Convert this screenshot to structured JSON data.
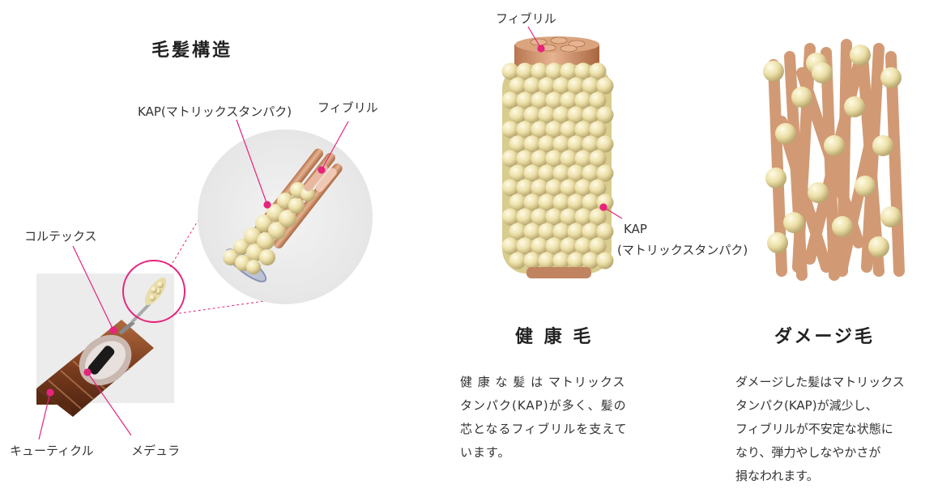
{
  "left": {
    "title": "毛髪構造",
    "labels": {
      "kap": "KAP(マトリックスタンパク)",
      "fibril": "フィブリル",
      "cortex": "コルテックス",
      "cuticle": "キューティクル",
      "medulla": "メデュラ"
    }
  },
  "right": {
    "fibril_label": "フィブリル",
    "kap_label_line1": "KAP",
    "kap_label_line2": "(マトリックスタンパク)",
    "healthy": {
      "title": "健 康 毛",
      "desc": [
        "健 康 な 髪 は マトリックス",
        "タンパク(KAP)が多く、髪の",
        "芯となるフィブリルを支えて",
        "います。"
      ]
    },
    "damaged": {
      "title": "ダメージ毛",
      "desc": [
        "ダメージした髪はマトリックス",
        "タンパク(KAP)が減少し、",
        "フィブリルが不安定な状態に",
        "なり、弾力やしなやかさが",
        "損なわれます。"
      ]
    }
  },
  "colors": {
    "accent": "#e6247c",
    "kap_sphere": "#efe6b4",
    "fibril": "#d9a47e",
    "hair": "#8a4a2a"
  }
}
